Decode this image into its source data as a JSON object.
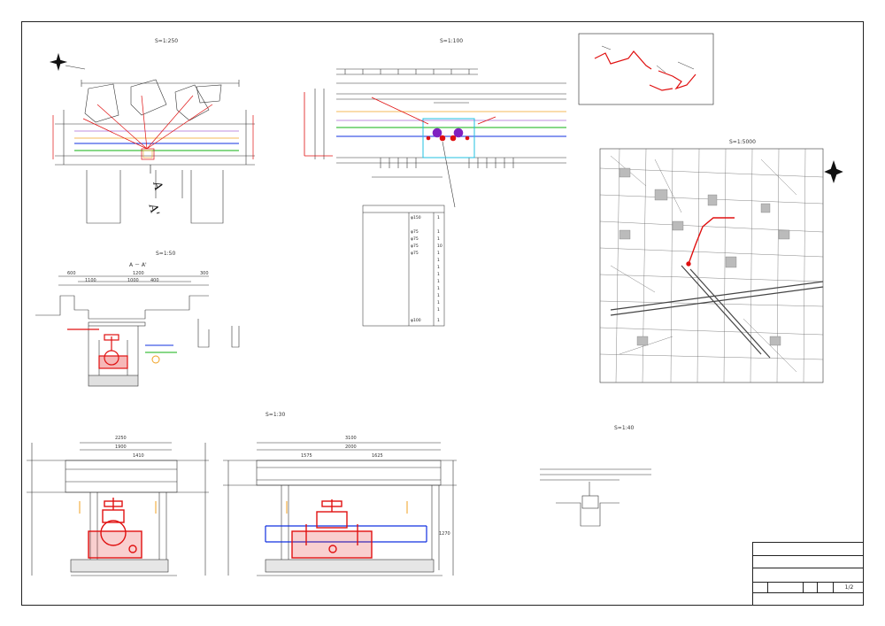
{
  "views": {
    "plan_detail": {
      "title": "",
      "scale": "S=1:250"
    },
    "plan": {
      "title": "",
      "scale": "S=1:100"
    },
    "isometric": {
      "title": ""
    },
    "location": {
      "title": "",
      "scale": "S=1:5000"
    },
    "section": {
      "title": "",
      "scale": "S=1:50",
      "label": "A － A'"
    },
    "detail": {
      "title": "",
      "scale": "S=1:30",
      "left_caption": "",
      "right_caption": ""
    },
    "standard": {
      "title": "",
      "scale": "S=1:40"
    }
  },
  "dimensions": {
    "d_1100": "1100",
    "d_1000": "1000",
    "d_1200": "1200",
    "d_600": "600",
    "d_300": "300",
    "d_400": "400",
    "d_2000": "2000",
    "d_1900": "1900",
    "d_2250": "2250",
    "d_1410": "1410",
    "d_1625": "1625",
    "d_1575": "1575",
    "d_1270": "1270",
    "d_3100": "3100"
  },
  "materials_table": {
    "rows": [
      {
        "spec": "φ150",
        "qty": "1"
      },
      {
        "spec": "",
        "qty": ""
      },
      {
        "spec": "φ75",
        "qty": "1"
      },
      {
        "spec": "φ75",
        "qty": "1"
      },
      {
        "spec": "φ75",
        "qty": "10"
      },
      {
        "spec": "φ75",
        "qty": "1"
      },
      {
        "spec": "",
        "qty": "1"
      },
      {
        "spec": "",
        "qty": "1"
      },
      {
        "spec": "",
        "qty": "1"
      },
      {
        "spec": "",
        "qty": "1"
      },
      {
        "spec": "",
        "qty": "1"
      },
      {
        "spec": "",
        "qty": "1"
      },
      {
        "spec": "",
        "qty": "1"
      },
      {
        "spec": "",
        "qty": "1"
      },
      {
        "spec": "φ100",
        "qty": "1"
      }
    ]
  },
  "title_block": {
    "row1": "",
    "row2": "",
    "row3": "",
    "row4_sheet": "1/2",
    "row5": ""
  },
  "colors": {
    "line": "#333333",
    "red": "#e01010",
    "blue": "#1030e0",
    "green": "#10b010",
    "orange": "#f0a020",
    "cyan": "#20c0e0",
    "purple": "#8020c0"
  }
}
